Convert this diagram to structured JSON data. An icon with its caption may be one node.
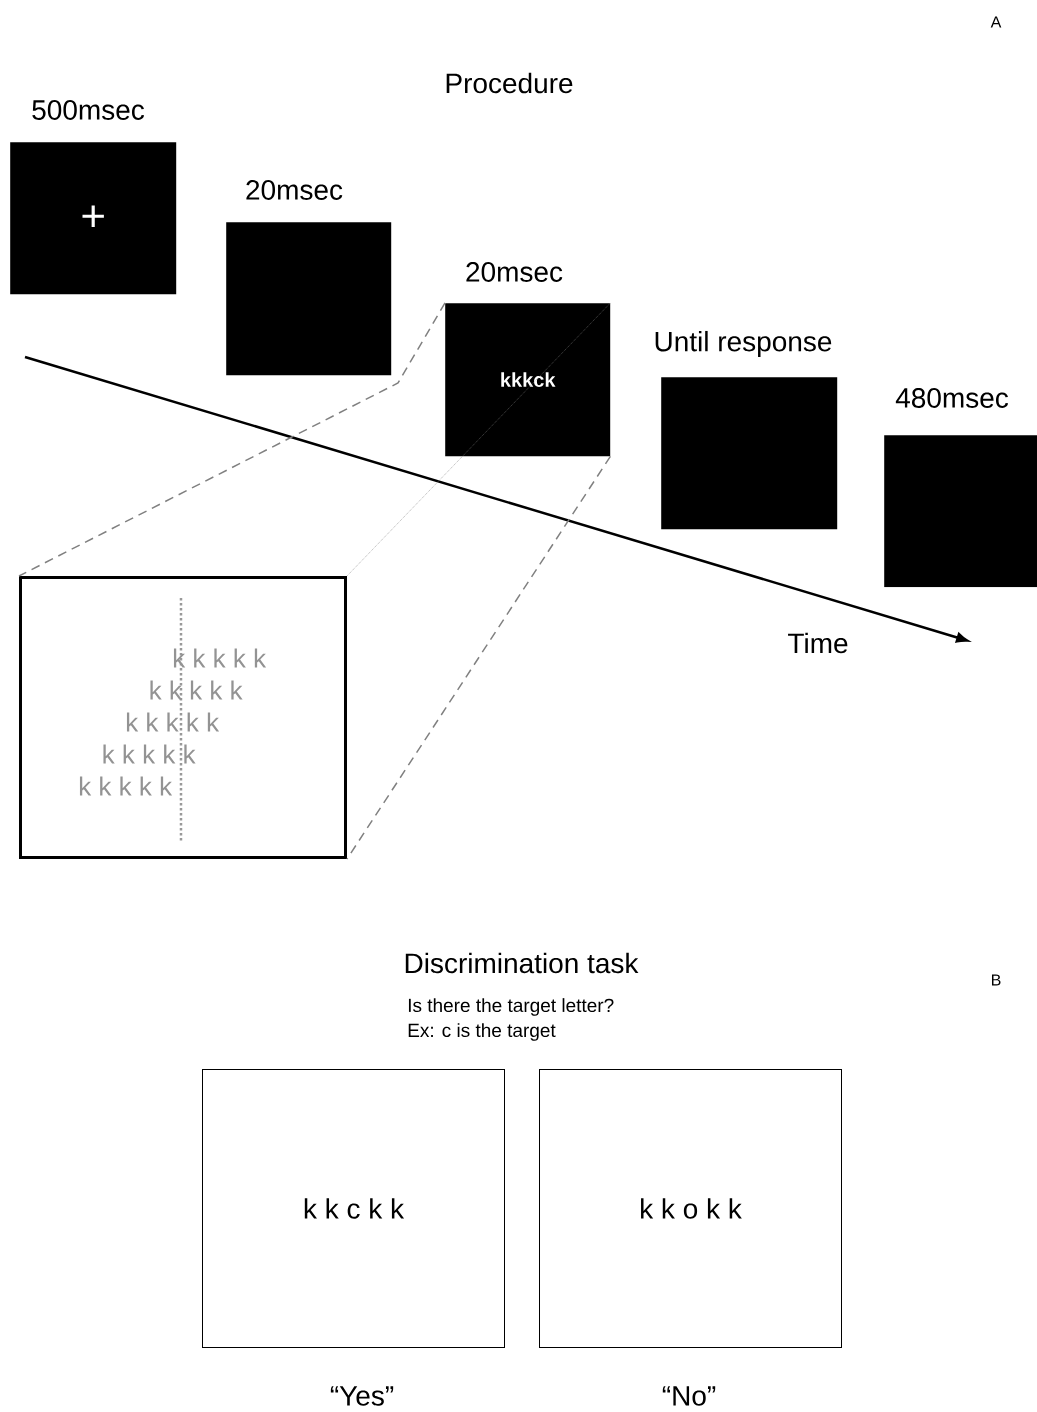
{
  "diagram": {
    "title": "Procedure",
    "nodes": [
      {
        "text": [
          "+"
        ],
        "beside": [
          "500msec"
        ]
      },
      {
        "text": [],
        "shape": "box",
        "beside": [
          "20msec"
        ]
      },
      {
        "text": [
          "kkkck"
        ],
        "beside": [
          "20msec"
        ]
      },
      {
        "text": [],
        "shape": "box",
        "beside": [
          "Until response"
        ]
      },
      {
        "text": [],
        "shape": "box",
        "beside": [
          "480msec"
        ]
      },
      {
        "text": [
          "k k k k k",
          "k k k k k",
          "k k k k k",
          "k k k k k",
          "k k k k k"
        ]
      },
      {
        "text": [
          "k k c k k"
        ],
        "beside": [
          "“Yes”"
        ]
      },
      {
        "text": [
          "k k o k k"
        ],
        "beside": [
          "“No”"
        ]
      }
    ],
    "edges": [
      {
        "from": 2,
        "to": 5,
        "arrow": "none",
        "style": "dashed"
      },
      {
        "from": 2,
        "to": 5,
        "arrow": "none",
        "style": "dashed"
      },
      {
        "from": 2,
        "to": 5,
        "arrow": "none",
        "style": "dashed"
      }
    ],
    "labels": [
      "A",
      "Time",
      "Discrimination task",
      "B",
      "Is there the target letter?",
      "Ex: c is the target"
    ]
  }
}
